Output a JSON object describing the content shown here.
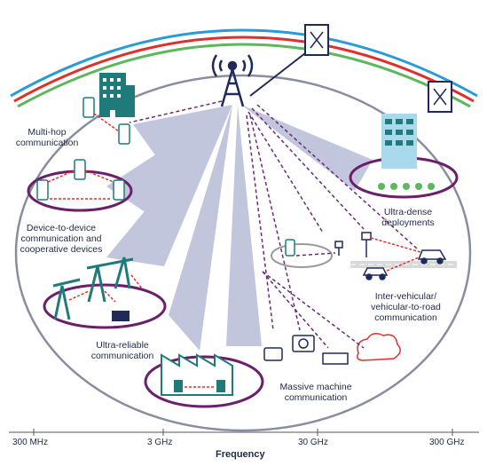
{
  "labels": {
    "multi_hop": "Multi-hop\ncommunication",
    "d2d": "Device-to-device\ncommunication and\ncooperative devices",
    "ultra_dense": "Ultra-dense\ndeployments",
    "inter_vehicular": "Inter-vehicular/\nvehicular-to-road\ncommunication",
    "ultra_reliable": "Ultra-reliable\ncommunication",
    "massive_machine": "Massive machine\ncommunication"
  },
  "frequency_axis": {
    "title": "Frequency",
    "ticks": [
      "300 MHz",
      "3 GHz",
      "30 GHz",
      "300 GHz"
    ]
  },
  "colors": {
    "navy": "#1f2a5a",
    "purple": "#6b1f6b",
    "arrow_purple": "#6a2a7a",
    "arrow_red": "#e0302a",
    "beam": "#b8bdd8",
    "arc_blue": "#2a9bd6",
    "arc_red": "#e0302a",
    "arc_green": "#5cb85c",
    "teal": "#1f7a7a"
  }
}
